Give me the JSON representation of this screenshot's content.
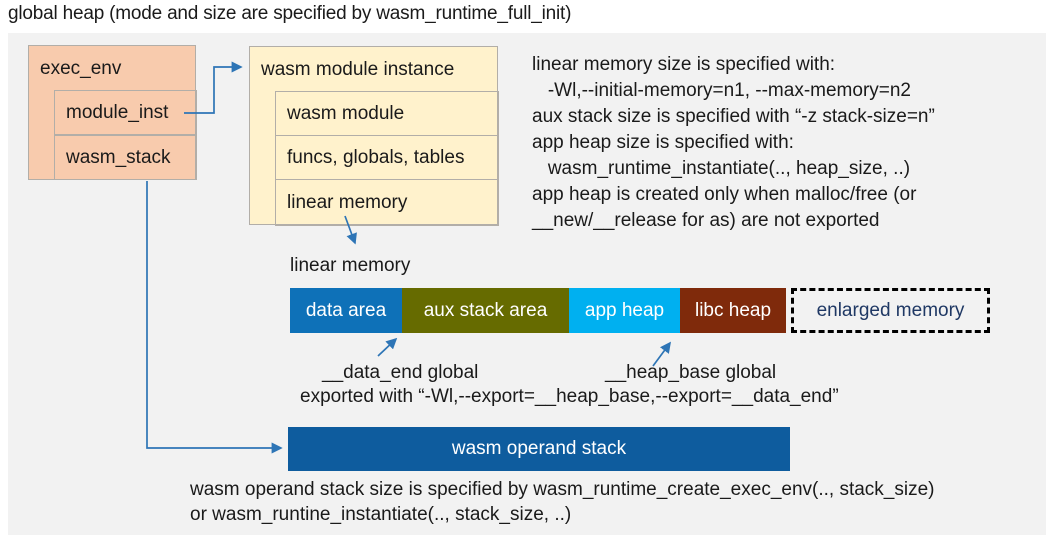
{
  "title": "global heap (mode and size are specified by wasm_runtime_full_init)",
  "exec_env_box": {
    "header": "exec_env",
    "rows": [
      "module_inst",
      "wasm_stack"
    ]
  },
  "module_instance_box": {
    "header": "wasm module instance",
    "rows": [
      "wasm module",
      "funcs, globals, tables",
      "linear memory"
    ]
  },
  "notes_top": {
    "lines": [
      "linear memory size is specified with:",
      "   -Wl,--initial-memory=n1, --max-memory=n2",
      "aux stack size is specified with “-z stack-size=n”",
      "app heap size is specified with:",
      "   wasm_runtime_instantiate(.., heap_size, ..)",
      "app heap is created only when malloc/free (or",
      "__new/__release for as) are not exported"
    ]
  },
  "linear_memory": {
    "label": "linear memory",
    "segments": [
      {
        "label": "data area",
        "color": "#0E71B8"
      },
      {
        "label": "aux stack area",
        "color": "#666B00"
      },
      {
        "label": "app heap",
        "color": "#00B0F0"
      },
      {
        "label": "libc heap",
        "color": "#7F2A0B"
      },
      {
        "label": "enlarged memory",
        "color": "#F2F2F2",
        "text_color": "#1F3864",
        "border_style": "dashed"
      }
    ],
    "data_end_label": "__data_end global",
    "heap_base_label": "__heap_base global",
    "export_line": "exported with “-Wl,--export=__heap_base,--export=__data_end”"
  },
  "operand_stack": {
    "label": "wasm operand stack",
    "color": "#0E5C9E"
  },
  "notes_bottom": {
    "lines": [
      "wasm operand stack size is specified by wasm_runtime_create_exec_env(.., stack_size)",
      "or wasm_runtine_instantiate(.., stack_size, ..)"
    ]
  },
  "colors": {
    "diagram_bg": "#F2F2F2",
    "exec_env_fill": "#F8CBAD",
    "module_instance_fill": "#FFF2CC",
    "box_border": "#B2AEA8",
    "arrow": "#2E75B6",
    "text": "#1A1A1A",
    "enlarged_memory_text": "#1F3864"
  }
}
